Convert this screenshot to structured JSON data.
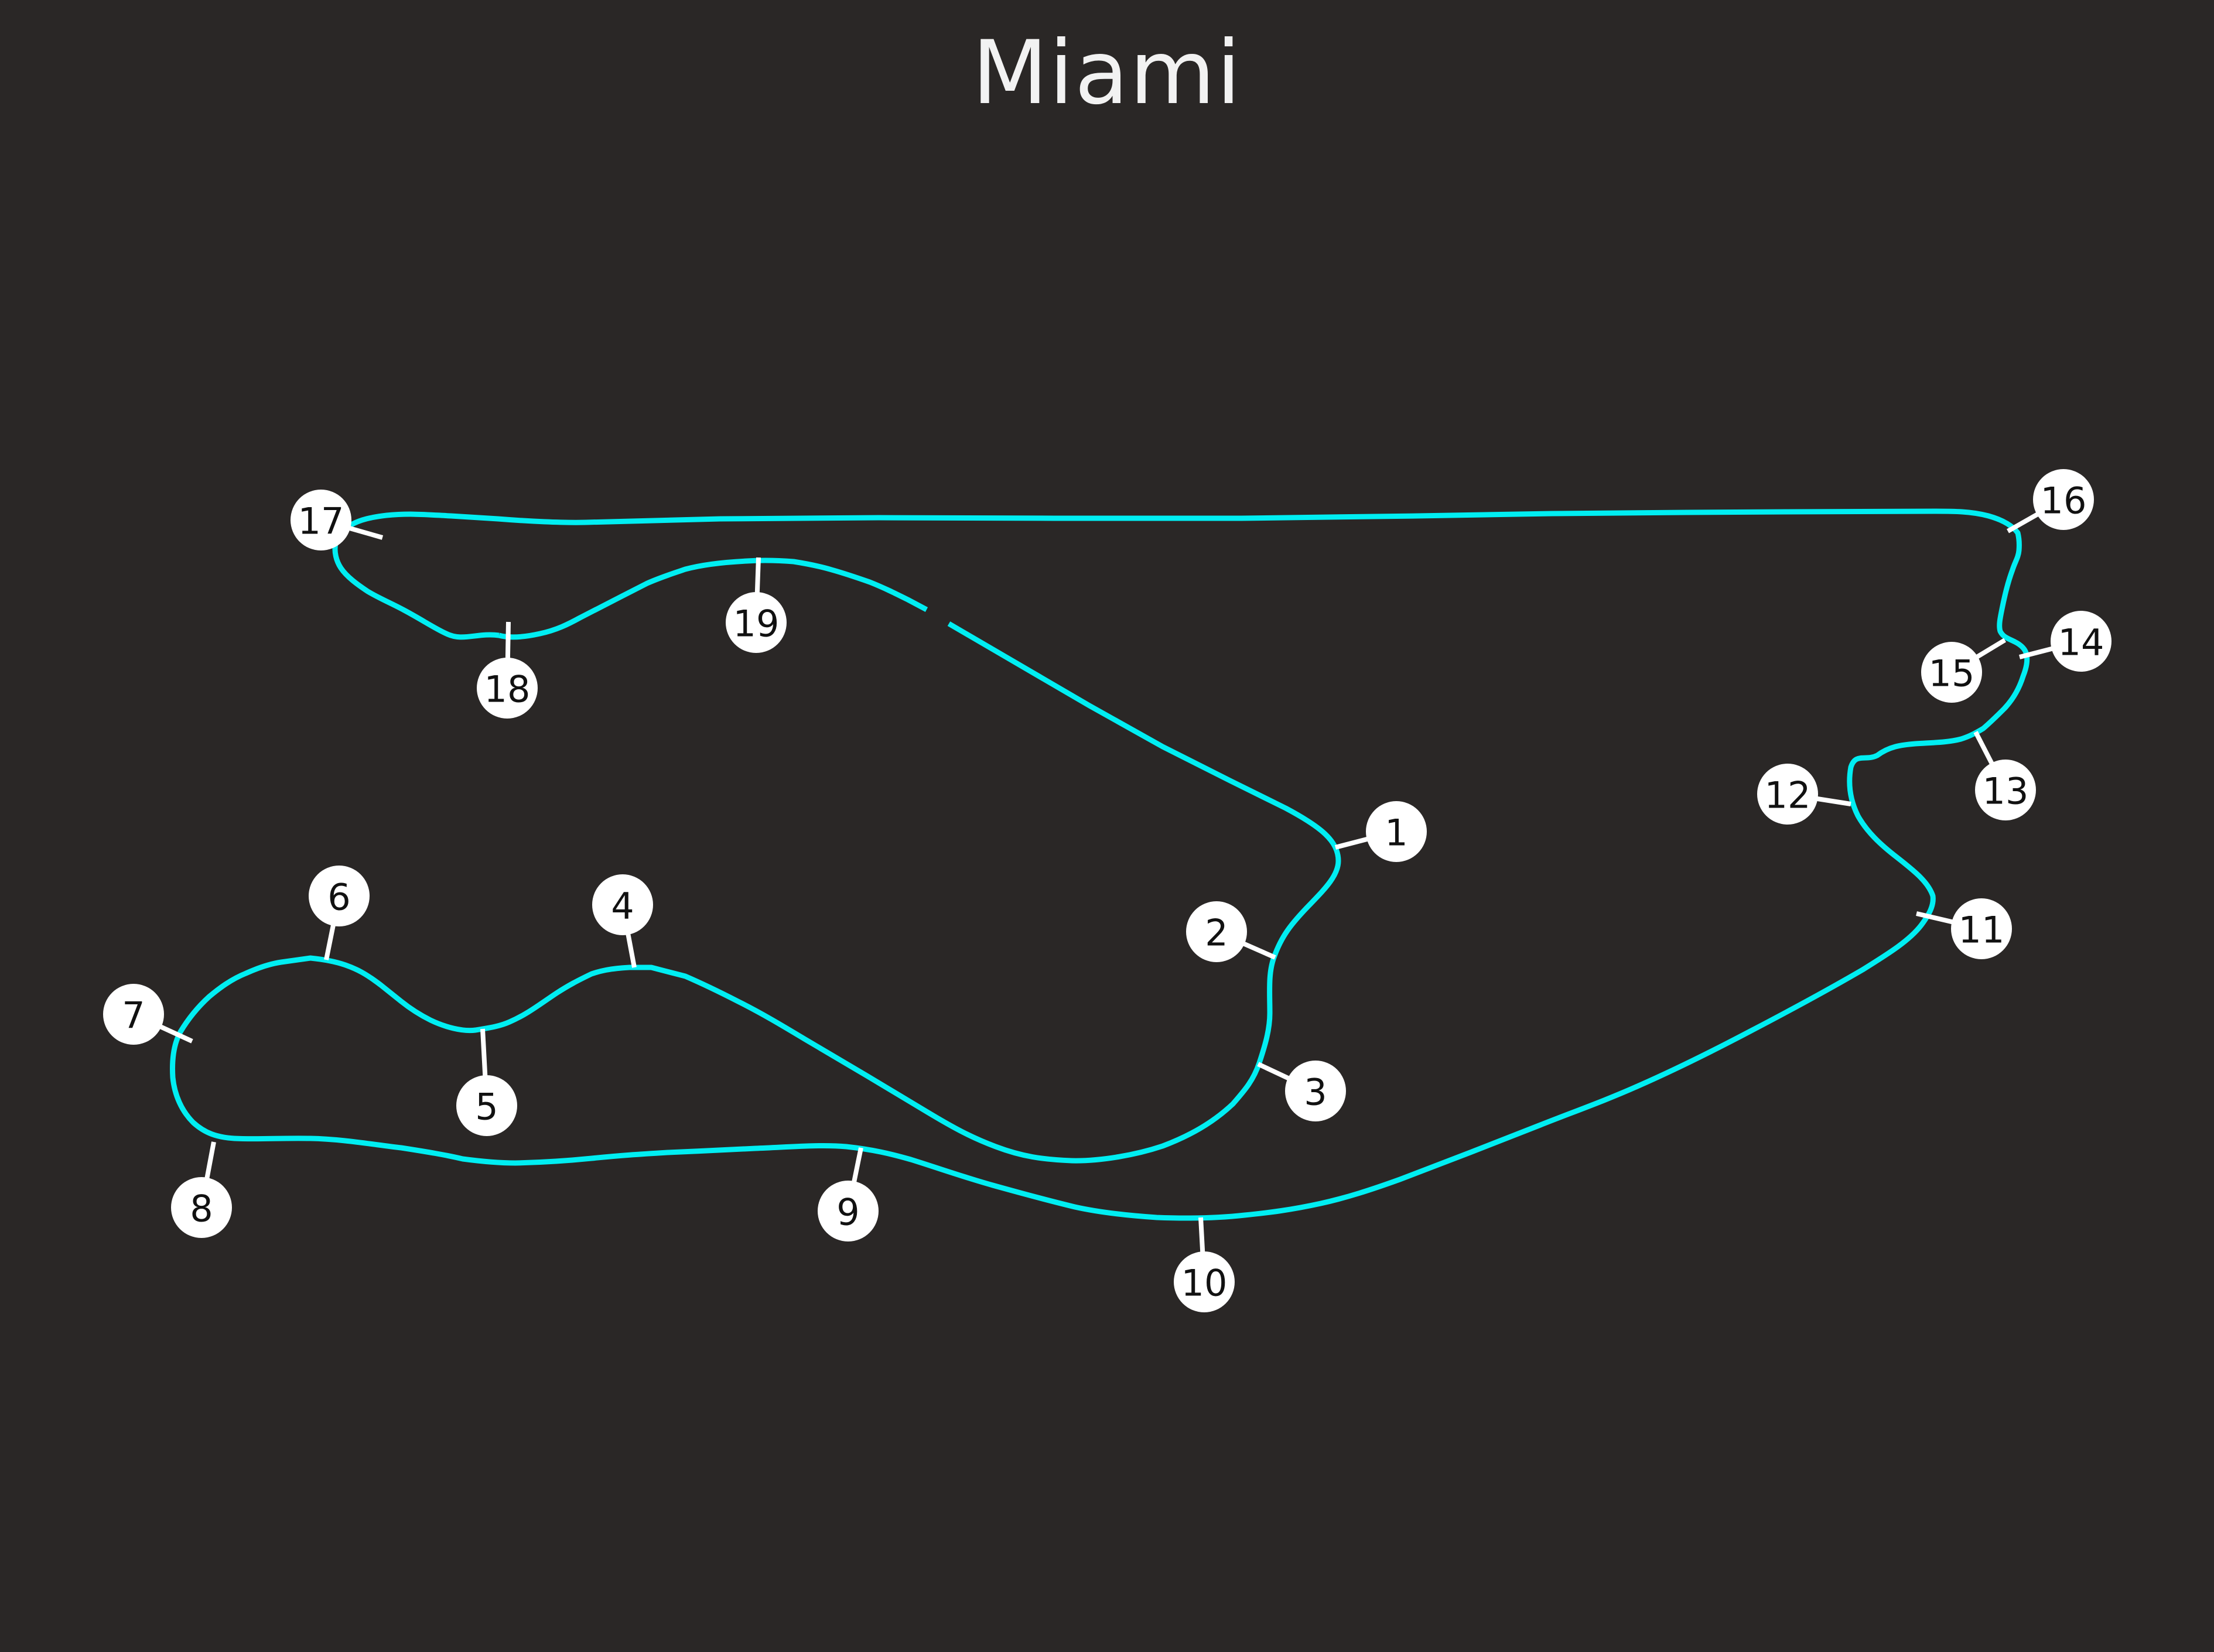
{
  "title": "Miami",
  "colors": {
    "background": "#2a2726",
    "track": "#00eef2",
    "marker": "#ffffff",
    "marker_text": "#111111",
    "title": "#f2f2f2"
  },
  "corners": [
    {
      "number": "1"
    },
    {
      "number": "2"
    },
    {
      "number": "3"
    },
    {
      "number": "4"
    },
    {
      "number": "5"
    },
    {
      "number": "6"
    },
    {
      "number": "7"
    },
    {
      "number": "8"
    },
    {
      "number": "9"
    },
    {
      "number": "10"
    },
    {
      "number": "11"
    },
    {
      "number": "12"
    },
    {
      "number": "13"
    },
    {
      "number": "14"
    },
    {
      "number": "15"
    },
    {
      "number": "16"
    },
    {
      "number": "17"
    },
    {
      "number": "18"
    },
    {
      "number": "19"
    }
  ]
}
